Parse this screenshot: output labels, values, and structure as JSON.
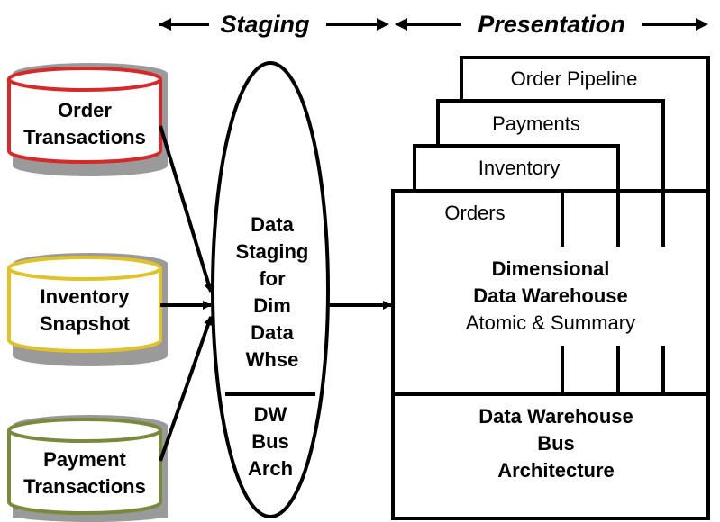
{
  "headers": {
    "staging": "Staging",
    "presentation": "Presentation"
  },
  "sources": [
    {
      "line1": "Order",
      "line2": "Transactions",
      "color": "#d42a2a"
    },
    {
      "line1": "Inventory",
      "line2": "Snapshot",
      "color": "#e0c22a"
    },
    {
      "line1": "Payment",
      "line2": "Transactions",
      "color": "#7a8a3c"
    }
  ],
  "staging": {
    "top_lines": [
      "Data",
      "Staging",
      "for",
      "Dim",
      "Data",
      "Whse"
    ],
    "bottom_lines": [
      "DW",
      "Bus",
      "Arch"
    ]
  },
  "presentation": {
    "tabs": [
      "Order Pipeline",
      "Payments",
      "Inventory",
      "Orders"
    ],
    "warehouse_title_1": "Dimensional",
    "warehouse_title_2": "Data Warehouse",
    "warehouse_subtitle": "Atomic & Summary",
    "bus_lines": [
      "Data Warehouse",
      "Bus",
      "Architecture"
    ]
  }
}
